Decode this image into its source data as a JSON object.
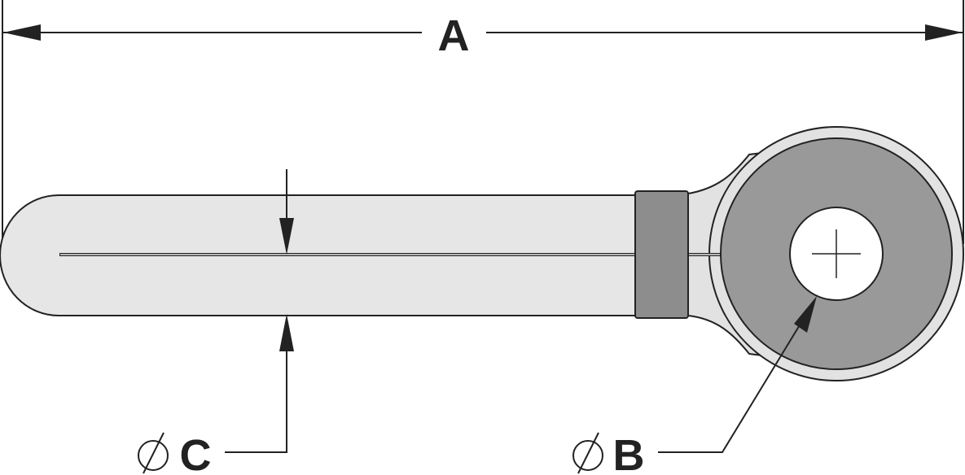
{
  "labels": {
    "overall_length": "A",
    "eye_diameter_letter": "B",
    "shank_diameter_letter": "C",
    "diameter_symbol": "⌀"
  },
  "colors": {
    "outline": "#222222",
    "shank_fill": "#e6e6e6",
    "collar_fill": "#8d8d8d",
    "eye_face_fill": "#999999",
    "eye_rim_fill": "#e2e2e2",
    "hole_fill": "#ffffff",
    "background": "#ffffff"
  }
}
